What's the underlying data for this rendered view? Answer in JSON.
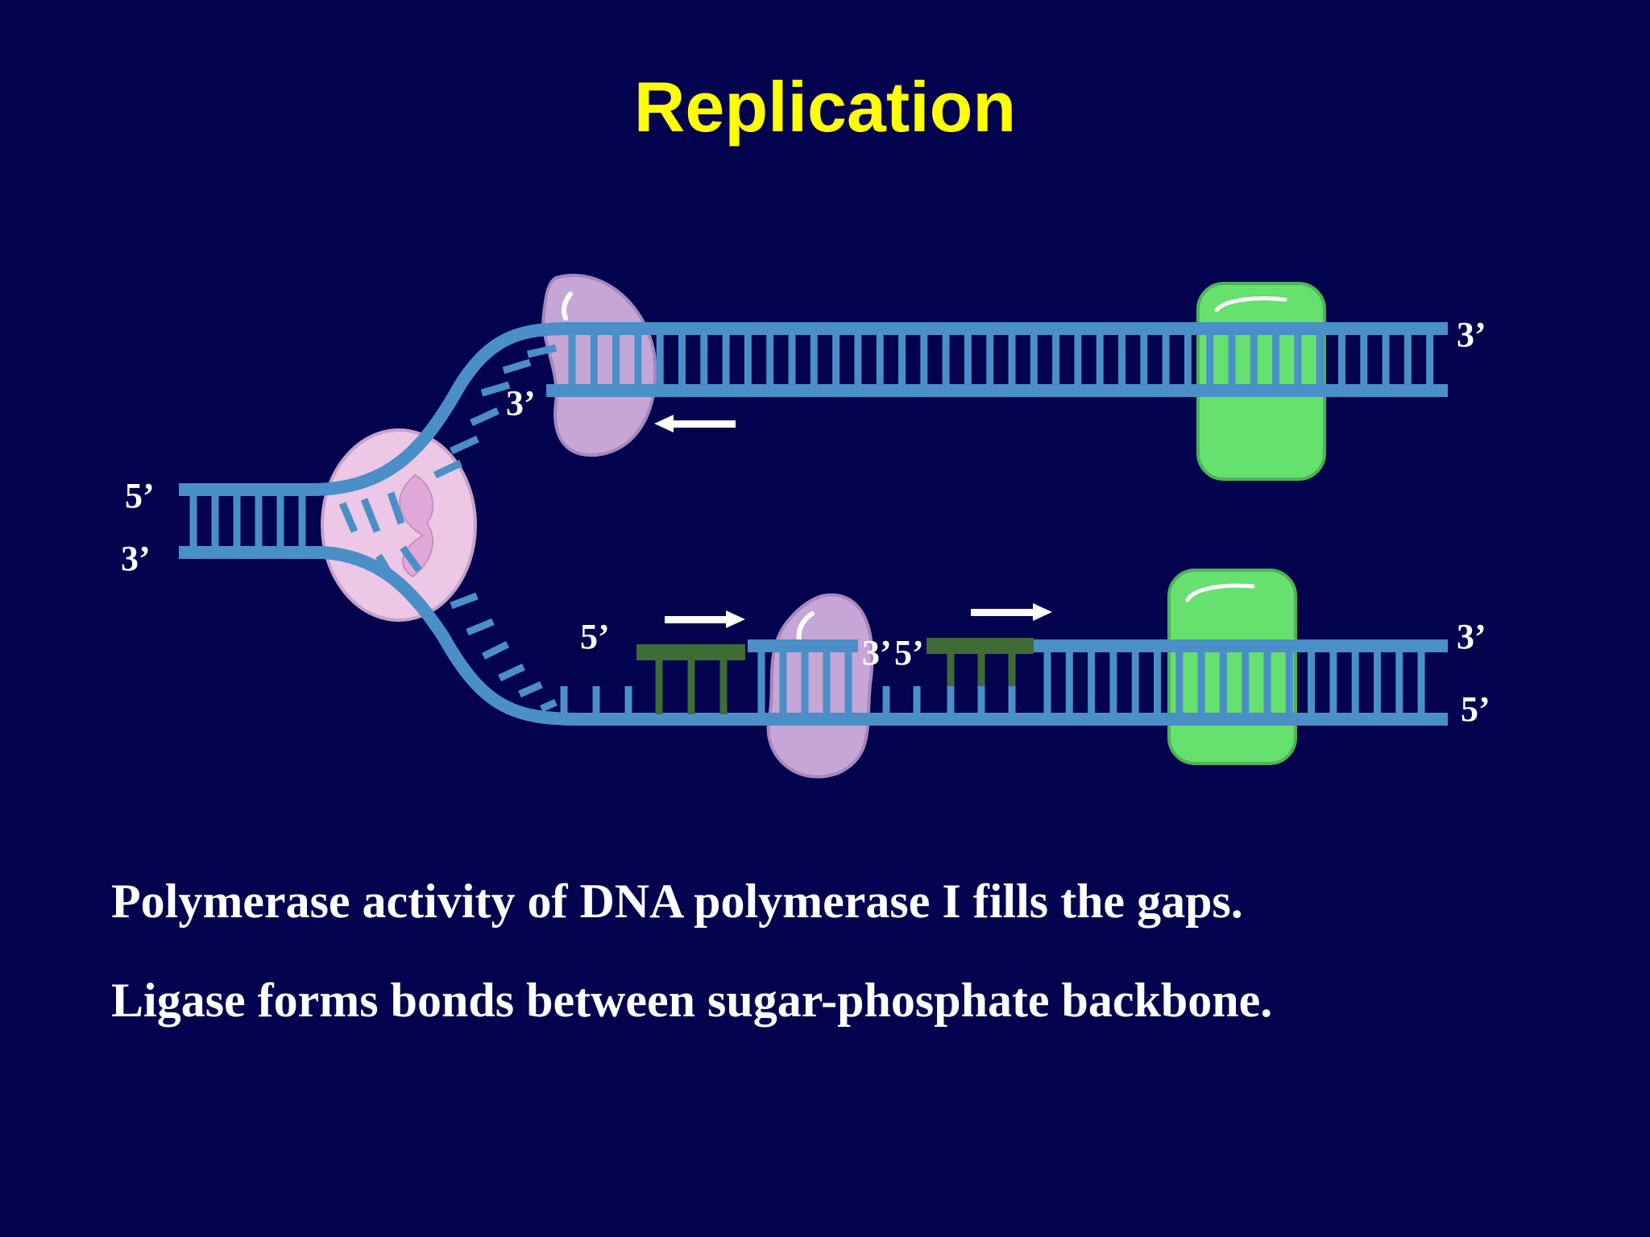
{
  "title": "Replication",
  "captions": [
    "Polymerase activity of DNA polymerase I fills the gaps.",
    "Ligase forms bonds between sugar-phosphate backbone."
  ],
  "labels": {
    "parent_top": "5’",
    "parent_bottom": "3’",
    "lead_top_right": "3’",
    "lead_inner": "3’",
    "lag_primer_left": "5’",
    "lag_gap_left": "3’",
    "lag_gap_right": "5’",
    "lag_top_right": "3’",
    "lag_bottom_right": "5’"
  },
  "colors": {
    "background": "#02024f",
    "title": "#ffff00",
    "dna_strand": "#4a8fc7",
    "rna_primer": "#3f6b35",
    "polymerase": "#c6a6d6",
    "helicase": "#ecc8e6",
    "ssb_protein": "#66e06e",
    "arrow": "#ffffff"
  }
}
